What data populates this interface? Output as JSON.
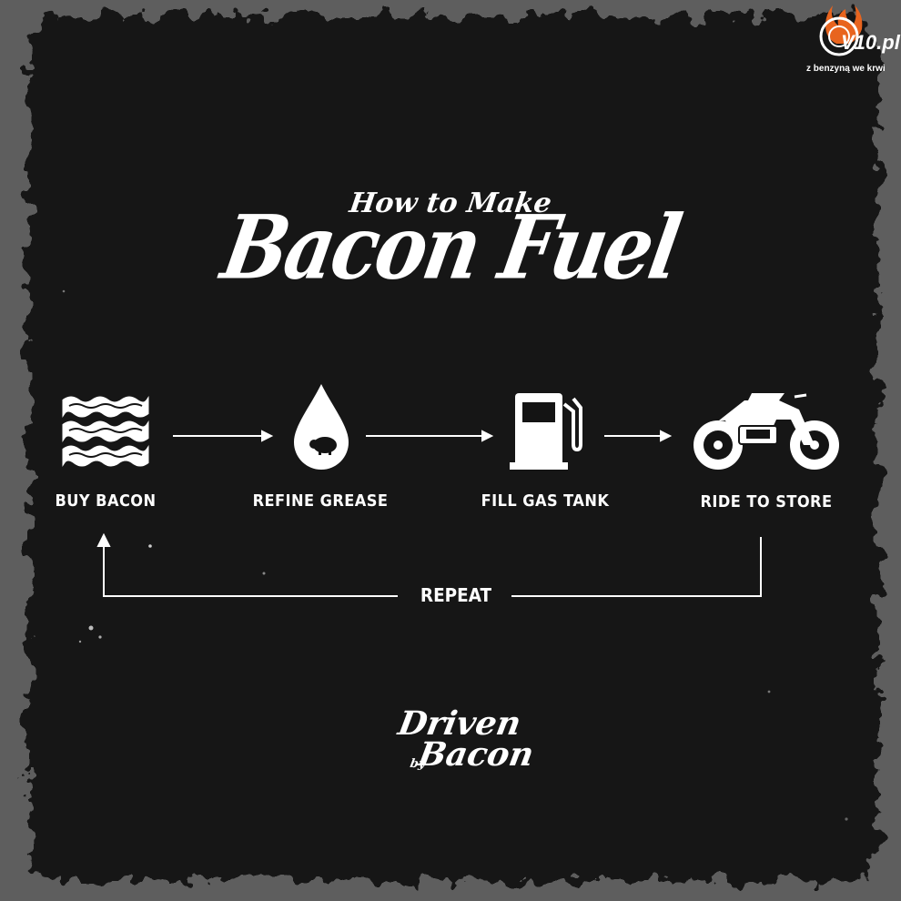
{
  "title": {
    "line1": "How to Make",
    "line2": "Bacon Fuel"
  },
  "steps": [
    {
      "label": "BUY BACON",
      "icon": "bacon-strips-icon"
    },
    {
      "label": "REFINE GREASE",
      "icon": "grease-drop-icon"
    },
    {
      "label": "FILL GAS TANK",
      "icon": "gas-pump-icon"
    },
    {
      "label": "RIDE TO STORE",
      "icon": "motorcycle-icon"
    }
  ],
  "loop_label": "REPEAT",
  "footer": {
    "line1": "Driven",
    "line2": "by",
    "line3": "Bacon"
  },
  "watermark": {
    "name": "V10.pl",
    "tagline": "z benzyną we krwi"
  },
  "colors": {
    "background": "#5e5e5e",
    "panel": "#141414",
    "foreground": "#ffffff",
    "flame": "#e8641e"
  }
}
